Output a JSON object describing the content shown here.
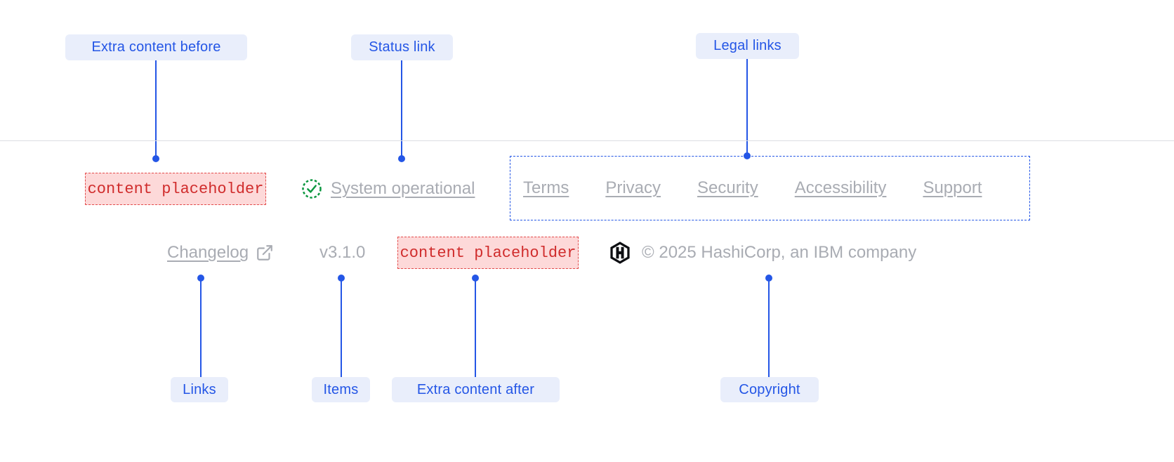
{
  "diagram": {
    "annotations_top": [
      {
        "label": "Extra content before"
      },
      {
        "label": "Status link"
      },
      {
        "label": "Legal links"
      }
    ],
    "annotations_bottom": [
      {
        "label": "Links"
      },
      {
        "label": "Items"
      },
      {
        "label": "Extra content after"
      },
      {
        "label": "Copyright"
      }
    ]
  },
  "footer": {
    "extra_content_before": {
      "placeholder": "content placeholder"
    },
    "status": {
      "label": "System operational",
      "icon": "check-circle-icon"
    },
    "legal_links": [
      "Terms",
      "Privacy",
      "Security",
      "Accessibility",
      "Support"
    ],
    "links": [
      {
        "label": "Changelog",
        "icon": "external-link-icon"
      }
    ],
    "version": "v3.1.0",
    "extra_content_after": {
      "placeholder": "content placeholder"
    },
    "copyright": {
      "text": "© 2025 HashiCorp, an IBM company",
      "logo": "hashicorp-logo-icon"
    }
  },
  "colors": {
    "annotation_blue": "#2456e6",
    "annotation_pill_bg": "#e9eefb",
    "placeholder_red_text": "#d02c2c",
    "placeholder_red_bg": "#fdd9d9",
    "placeholder_red_border": "#e34c4c",
    "status_green": "#0c9740",
    "muted_link_gray": "#a9acb3",
    "divider_gray": "#dcdee3",
    "logo_black": "#0d0e12"
  }
}
